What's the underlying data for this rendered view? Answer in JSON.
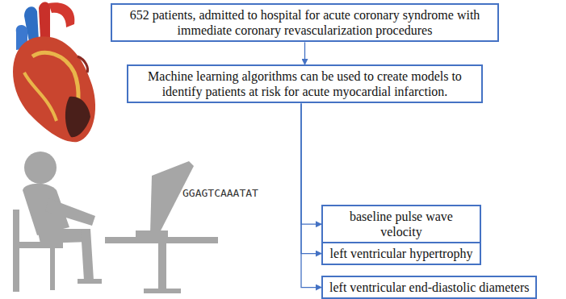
{
  "diagram": {
    "nodes": [
      {
        "text": [
          "652 patients, admitted to hospital for acute coronary syndrome with immediate coronary revascularization procedures"
        ]
      },
      {
        "text": [
          "Machine learning algorithms can be used to create models to identify patients at risk for acute myocardial infarction."
        ]
      },
      {
        "text": [
          "baseline pulse wave velocity"
        ]
      },
      {
        "text": [
          "left ventricular hypertrophy"
        ]
      },
      {
        "text": [
          "left ventricular end-diastolic diameters"
        ]
      }
    ],
    "edges": [
      {
        "from": 0,
        "to": 1,
        "arrow": "to"
      },
      {
        "from": 1,
        "to": 2,
        "arrow": "to"
      },
      {
        "from": 1,
        "to": 3,
        "arrow": "to"
      },
      {
        "from": 1,
        "to": 4,
        "arrow": "to"
      }
    ],
    "labels": [
      "GGAGTCAAATAT"
    ]
  }
}
